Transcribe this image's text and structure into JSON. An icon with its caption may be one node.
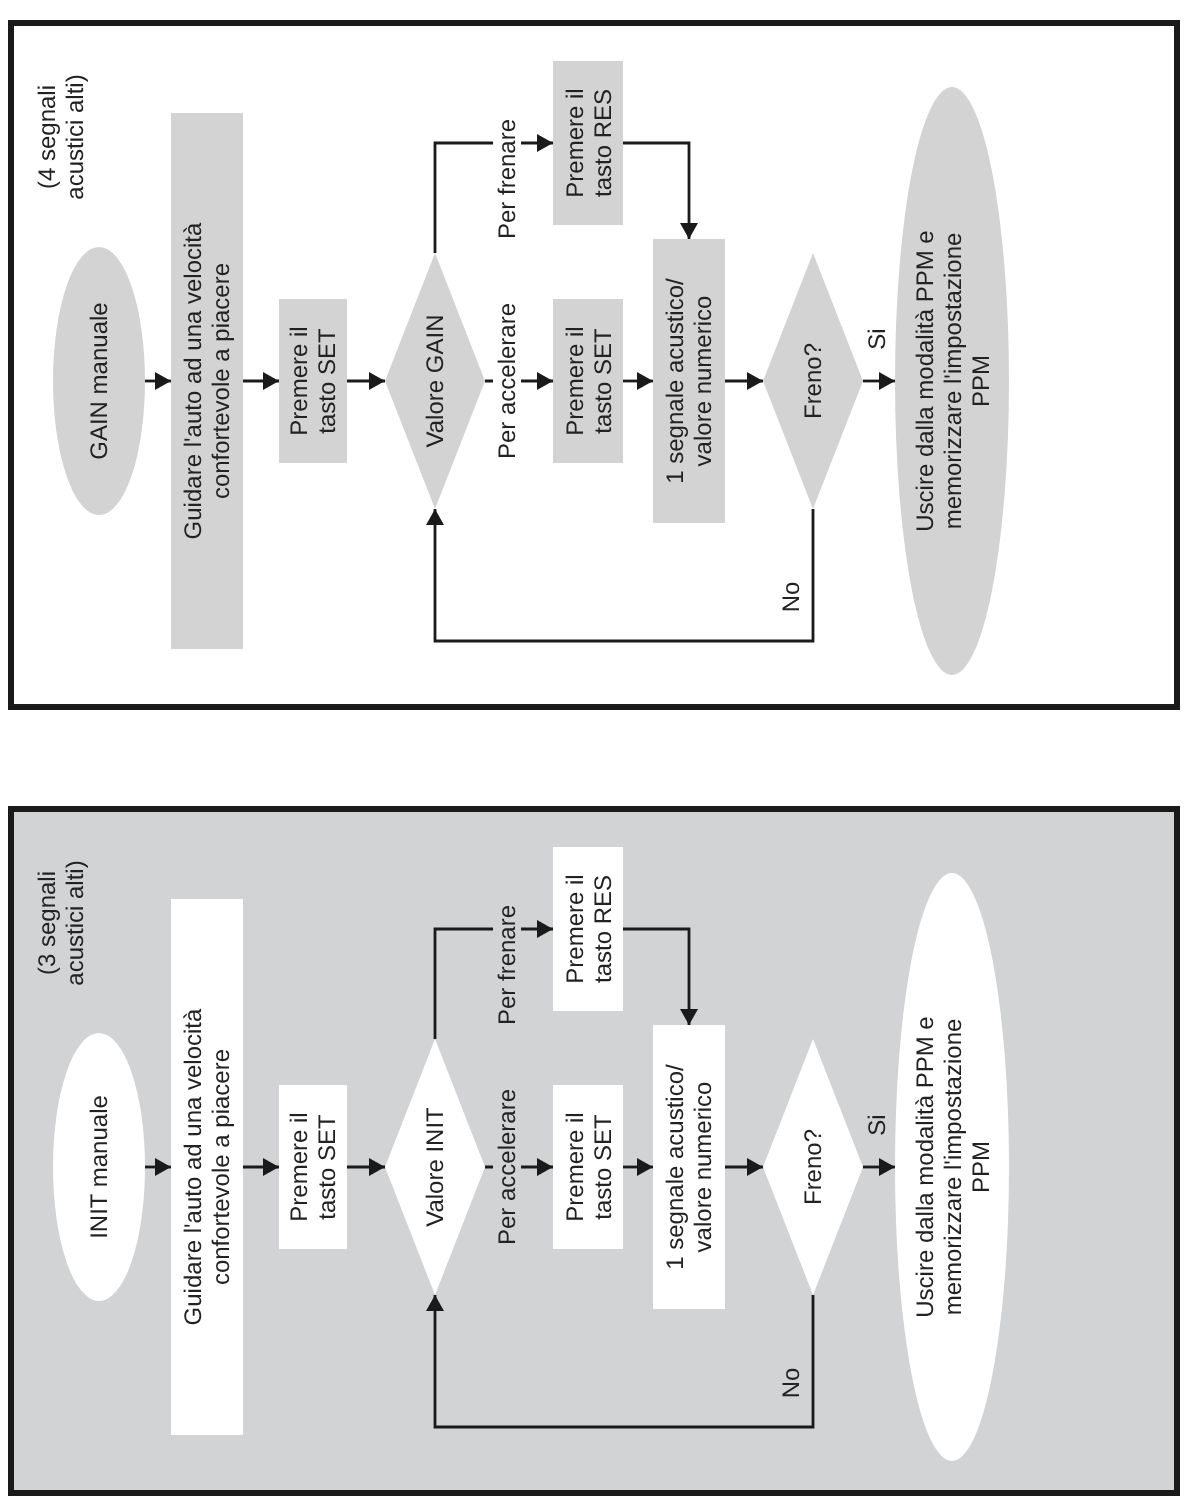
{
  "diagram": {
    "nodes": [
      {
        "text": [],
        "shape": "box"
      },
      {
        "text": [
          "GAIN manuale"
        ],
        "in": 0,
        "beside": [
          "(4 segnali acustici alti)"
        ]
      },
      {
        "text": [
          "Guidare l'auto ad una velocità confortevole a piacere"
        ],
        "in": 0
      },
      {
        "text": [
          "Premere il tasto SET"
        ],
        "in": 0
      },
      {
        "text": [
          "Valore GAIN"
        ],
        "in": 0
      },
      {
        "text": [
          "Premere il tasto SET"
        ],
        "in": 0
      },
      {
        "text": [
          "Premere il tasto RES"
        ],
        "in": 0
      },
      {
        "text": [
          "1 segnale acustico/ valore numerico"
        ],
        "in": 0
      },
      {
        "text": [
          "Freno?"
        ],
        "in": 0
      },
      {
        "text": [
          "Uscire dalla modalità PPM e memorizzare l'impostazione PPM"
        ],
        "in": 0
      },
      {
        "text": [],
        "shape": "box"
      },
      {
        "text": [
          "INIT manuale"
        ],
        "in": 10,
        "beside": [
          "(3 segnali acustici alti)"
        ]
      },
      {
        "text": [
          "Guidare l'auto ad una velocità confortevole a piacere"
        ],
        "in": 10
      },
      {
        "text": [
          "Premere il tasto SET"
        ],
        "in": 10
      },
      {
        "text": [
          "Valore INIT"
        ],
        "in": 10
      },
      {
        "text": [
          "Premere il tasto SET"
        ],
        "in": 10
      },
      {
        "text": [
          "Premere il tasto RES"
        ],
        "in": 10
      },
      {
        "text": [
          "1 segnale acustico/ valore numerico"
        ],
        "in": 10
      },
      {
        "text": [
          "Freno?"
        ],
        "in": 10
      },
      {
        "text": [
          "Uscire dalla modalità PPM e memorizzare l'impostazione PPM"
        ],
        "in": 10
      }
    ],
    "edges": [
      {
        "from": 1,
        "to": 2,
        "arrow": "to"
      },
      {
        "from": 2,
        "to": 3,
        "arrow": "to"
      },
      {
        "from": 3,
        "to": 4,
        "arrow": "to"
      },
      {
        "from": 4,
        "to": 5,
        "arrow": "to",
        "label": "Per accelerare"
      },
      {
        "from": 4,
        "to": 6,
        "arrow": "to",
        "label": "Per frenare"
      },
      {
        "from": 5,
        "to": 7,
        "arrow": "to"
      },
      {
        "from": 6,
        "to": 7,
        "arrow": "to"
      },
      {
        "from": 7,
        "to": 8,
        "arrow": "to"
      },
      {
        "from": 8,
        "to": 9,
        "arrow": "to",
        "label": "Si"
      },
      {
        "from": 8,
        "to": 4,
        "arrow": "to",
        "label": "No"
      },
      {
        "from": 11,
        "to": 12,
        "arrow": "to"
      },
      {
        "from": 12,
        "to": 13,
        "arrow": "to"
      },
      {
        "from": 13,
        "to": 14,
        "arrow": "to"
      },
      {
        "from": 14,
        "to": 15,
        "arrow": "to",
        "label": "Per accelerare"
      },
      {
        "from": 14,
        "to": 16,
        "arrow": "to",
        "label": "Per frenare"
      },
      {
        "from": 15,
        "to": 17,
        "arrow": "to"
      },
      {
        "from": 16,
        "to": 17,
        "arrow": "to"
      },
      {
        "from": 17,
        "to": 18,
        "arrow": "to"
      },
      {
        "from": 18,
        "to": 19,
        "arrow": "to",
        "label": "Si"
      },
      {
        "from": 18,
        "to": 14,
        "arrow": "to",
        "label": "No"
      }
    ]
  }
}
